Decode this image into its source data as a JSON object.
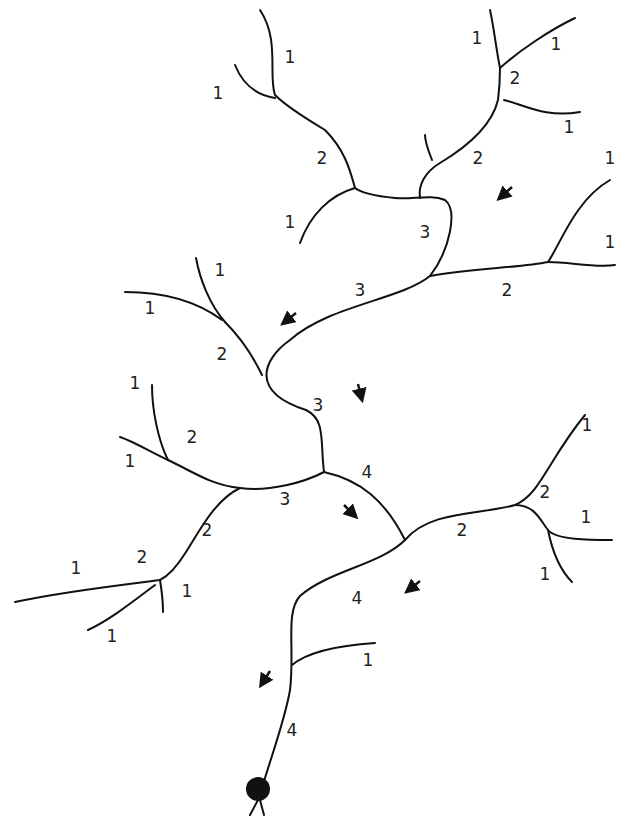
{
  "diagram": {
    "labels": [
      "1",
      "1",
      "1",
      "1",
      "2",
      "1",
      "2",
      "2",
      "1",
      "1",
      "3",
      "1",
      "1",
      "3",
      "2",
      "1",
      "2",
      "1",
      "3",
      "2",
      "1",
      "1",
      "4",
      "2",
      "3",
      "2",
      "2",
      "1",
      "1",
      "2",
      "1",
      "1",
      "4",
      "1",
      "1",
      "4"
    ]
  }
}
